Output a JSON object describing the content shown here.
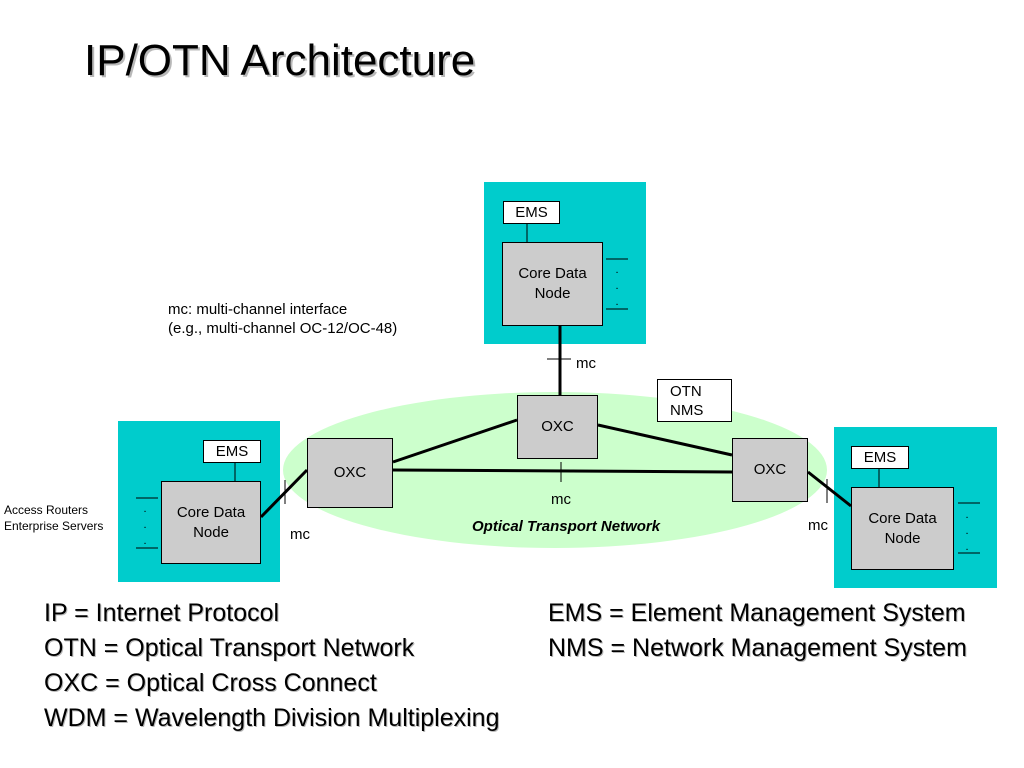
{
  "title": "IP/OTN Architecture",
  "colors": {
    "site": "#00cccc",
    "network": "#ccffcc",
    "node": "#cccccc"
  },
  "note": [
    "mc: multi-channel interface",
    "(e.g., multi-channel OC-12/OC-48)"
  ],
  "sites": {
    "top": {
      "ems": "EMS",
      "node": "Core Data Node"
    },
    "left": {
      "ems": "EMS",
      "node": "Core Data Node"
    },
    "right": {
      "ems": "EMS",
      "node": "Core Data Node"
    }
  },
  "oxc": {
    "top": "OXC",
    "left": "OXC",
    "right": "OXC"
  },
  "otn_nms": [
    "OTN",
    "NMS"
  ],
  "network_label": "Optical Transport Network",
  "mc_label": "mc",
  "access": [
    "Access Routers",
    "Enterprise Servers"
  ],
  "dots": ".",
  "legend": {
    "left": [
      "IP = Internet Protocol",
      "OTN = Optical Transport Network",
      "OXC = Optical Cross Connect",
      "WDM = Wavelength Division Multiplexing"
    ],
    "right": [
      "EMS = Element Management System",
      "NMS = Network Management System"
    ]
  }
}
